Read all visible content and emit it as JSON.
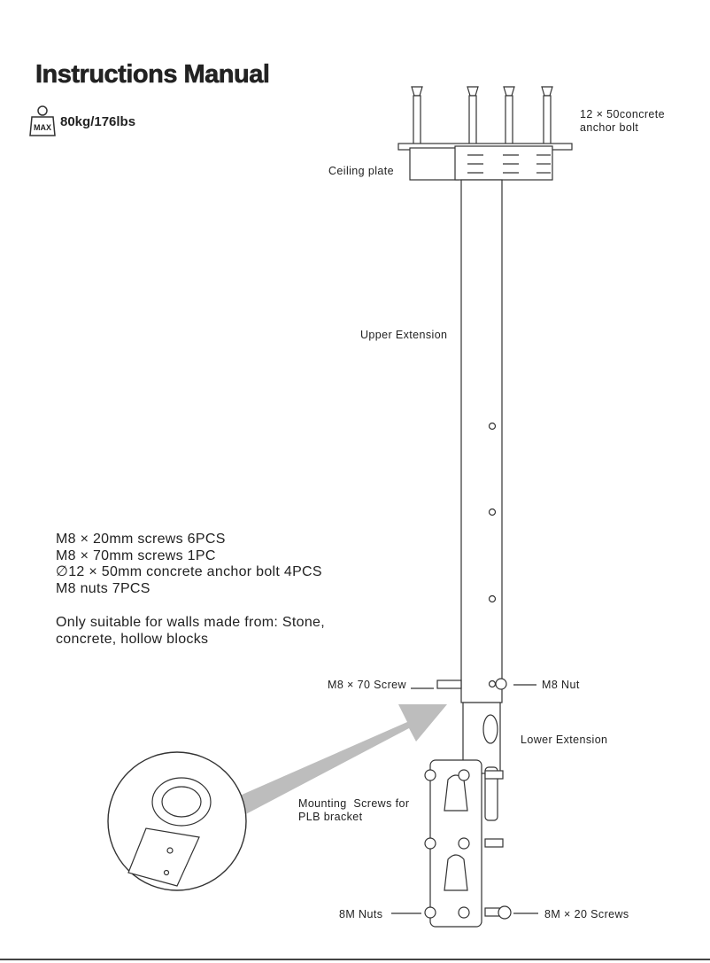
{
  "header": {
    "title": "Instructions Manual",
    "max_badge": "MAX",
    "max_weight": "80kg/176lbs"
  },
  "labels": {
    "anchor_bolt": "12 × 50concrete\nanchor bolt",
    "ceiling_plate": "Ceiling plate",
    "upper_extension": "Upper Extension",
    "m8_70_screw": "M8 × 70 Screw",
    "m8_nut": "M8 Nut",
    "lower_extension": "Lower Extension",
    "mounting_screws": "Mounting  Screws for\nPLB bracket",
    "nuts_8m": "8M Nuts",
    "screws_8m_20": "8M × 20 Screws"
  },
  "parts_list": [
    "M8 × 20mm   screws  6PCS",
    "M8 × 70mm screws  1PC",
    "∅12 × 50mm   concrete anchor bolt  4PCS",
    "M8 nuts  7PCS"
  ],
  "note": "Only suitable for walls made from: Stone, concrete, hollow blocks"
}
